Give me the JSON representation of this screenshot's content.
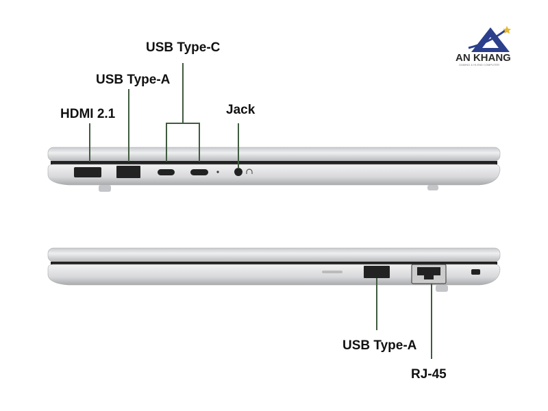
{
  "logo": {
    "name": "AN KHANG",
    "tagline": "GAMING & HI-END COMPUTER",
    "colors": {
      "triangle": "#2b3f8c",
      "star": "#e8b830"
    }
  },
  "labels": {
    "hdmi": "HDMI 2.1",
    "usb_a_left": "USB Type-A",
    "usb_c": "USB Type-C",
    "jack": "Jack",
    "usb_a_right": "USB Type-A",
    "rj45": "RJ-45"
  },
  "colors": {
    "leader_line": "#3f5a3f",
    "chassis": "#d9dadc",
    "port": "#222222"
  }
}
